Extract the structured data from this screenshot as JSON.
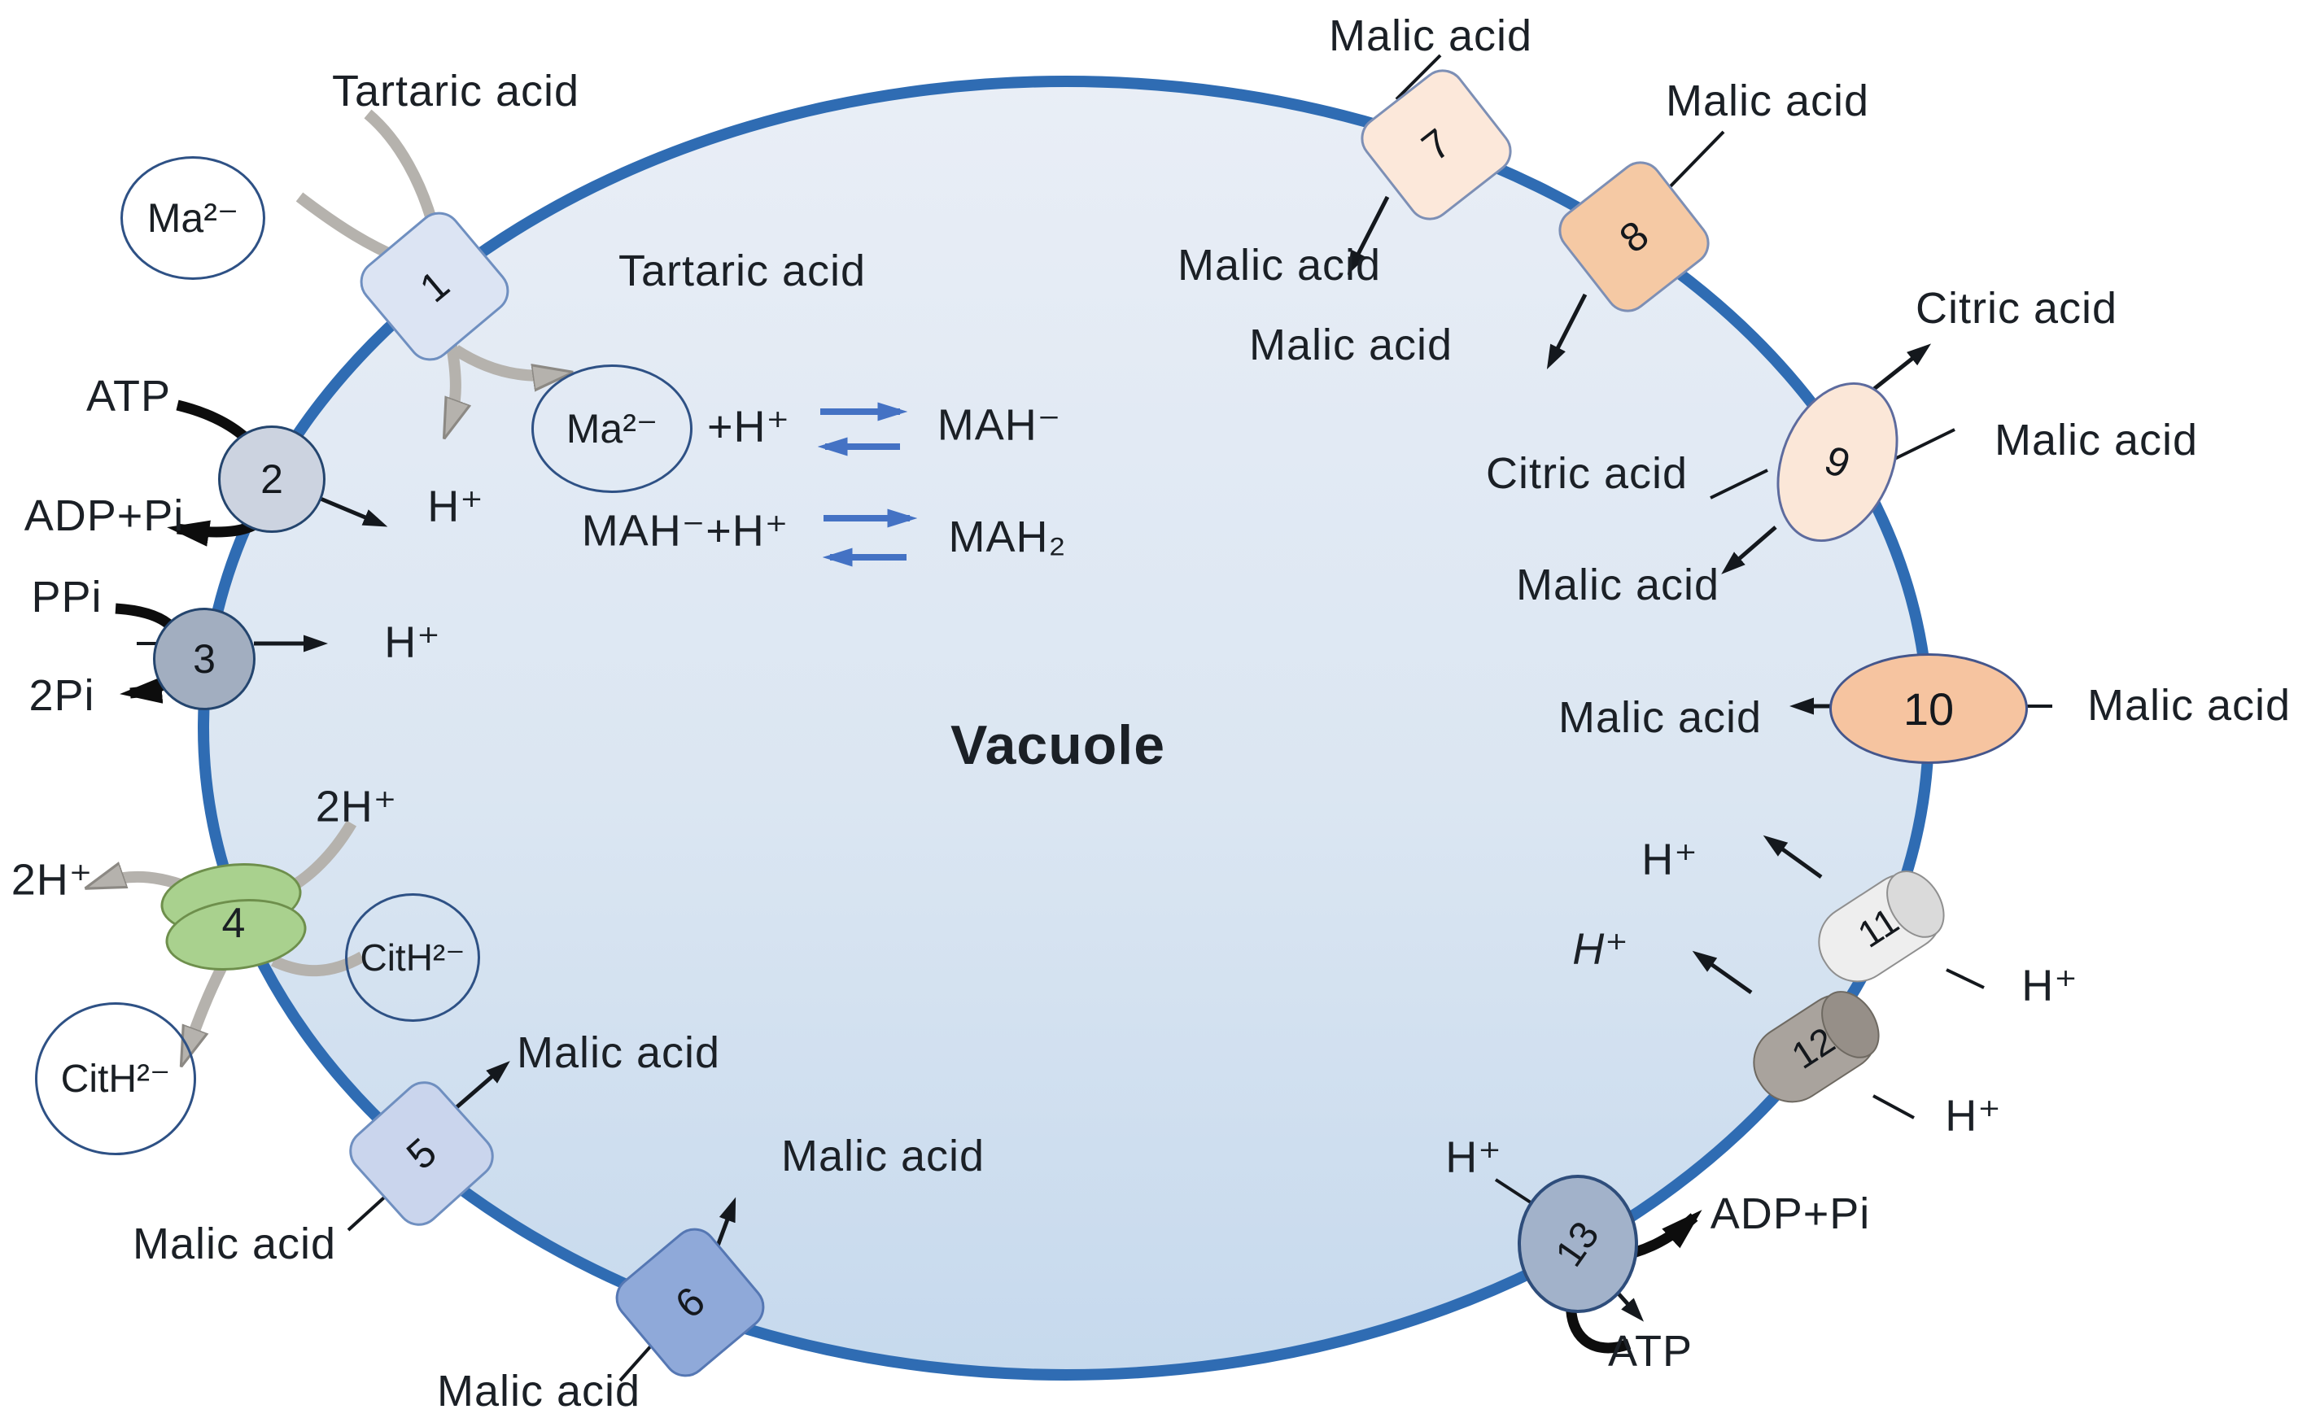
{
  "title": "Vacuole",
  "colors": {
    "membrane_stroke": "#2f6cb3",
    "vacuole_fill_top": "#e9eef6",
    "vacuole_fill_bottom": "#c6d9ed",
    "equilibrium_arrow_blue": "#4472c4",
    "gray_arrow": "#b5b2ad",
    "transporter_green": "#a9d18e",
    "transporter_light_blue": "#dce4f3",
    "transporter_medium_blue": "#8fa9d9",
    "transporter_light_peach": "#fce8da",
    "transporter_orange_peach": "#f5c9a4",
    "transporter_gray_blue": "#a2aec0",
    "cylinder_light_gray": "#eeeeee",
    "cylinder_dark_gray": "#a9a39d"
  },
  "transporters": {
    "t1": "1",
    "t2": "2",
    "t3": "3",
    "t4": "4",
    "t5": "5",
    "t6": "6",
    "t7": "7",
    "t8": "8",
    "t9": "9",
    "t10": "10",
    "t11": "11",
    "t12": "12",
    "t13": "13"
  },
  "labels": {
    "vacuole": "Vacuole",
    "tartaric_outside": "Tartaric acid",
    "tartaric_inside": "Tartaric acid",
    "ma_outside": "Ma²⁻",
    "atp_2": "ATP",
    "adp_2": "ADP+Pi",
    "h_2": "H⁺",
    "ppi": "PPi",
    "pi2": "2Pi",
    "h_3": "H⁺",
    "h2_inside": "2H⁺",
    "h2_outside": "2H⁺",
    "cith_inside": "CitH²⁻",
    "cith_outside": "CitH²⁻",
    "malic_above5": "Malic acid",
    "malic_outside5": "Malic acid",
    "malic_inside6": "Malic acid",
    "malic_outside6": "Malic acid",
    "malic_top7": "Malic acid",
    "malic_top8": "Malic acid",
    "malic_inside7": "Malic acid",
    "malic_inside8": "Malic acid",
    "citric_outside": "Citric acid",
    "citric_inside": "Citric acid",
    "malic_outside9": "Malic acid",
    "malic_inside9": "Malic acid",
    "malic_inside10": "Malic acid",
    "malic_outside10": "Malic acid",
    "h_in11": "H⁺",
    "h_in12": "H⁺",
    "h_out11": "H⁺",
    "h_out12": "H⁺",
    "h_13": "H⁺",
    "adp_13": "ADP+Pi",
    "atp_13": "ATP"
  },
  "equations": {
    "row1": {
      "substrate": "Ma²⁻",
      "plus": "+H⁺",
      "product": "MAH⁻"
    },
    "row2": {
      "left": "MAH⁻+H⁺",
      "product": "MAH₂"
    }
  }
}
